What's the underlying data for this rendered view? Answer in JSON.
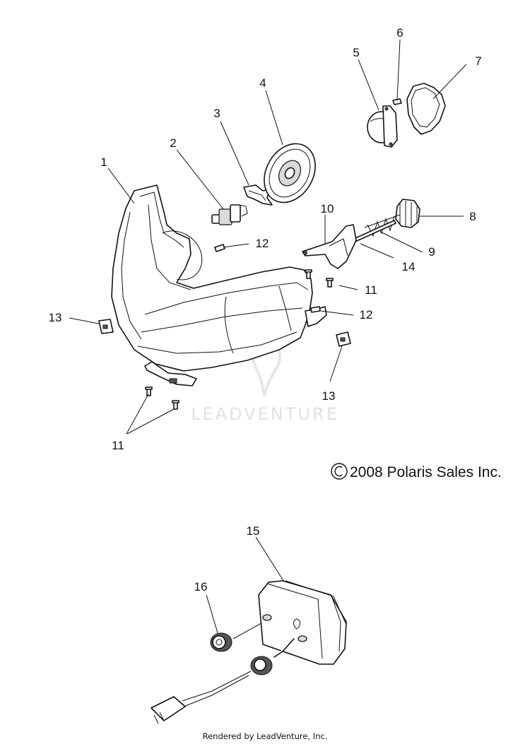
{
  "callouts": [
    "1",
    "2",
    "3",
    "4",
    "5",
    "6",
    "7",
    "8",
    "9",
    "10",
    "11",
    "12",
    "13",
    "14",
    "15",
    "16"
  ],
  "extra_callouts": {
    "twelve_b": "12",
    "eleven_b": "11",
    "thirteen_b": "13"
  },
  "copyright": "2008 Polaris Sales Inc.",
  "watermark": "LEADVENTURE",
  "footer": "Rendered by LeadVenture, Inc."
}
